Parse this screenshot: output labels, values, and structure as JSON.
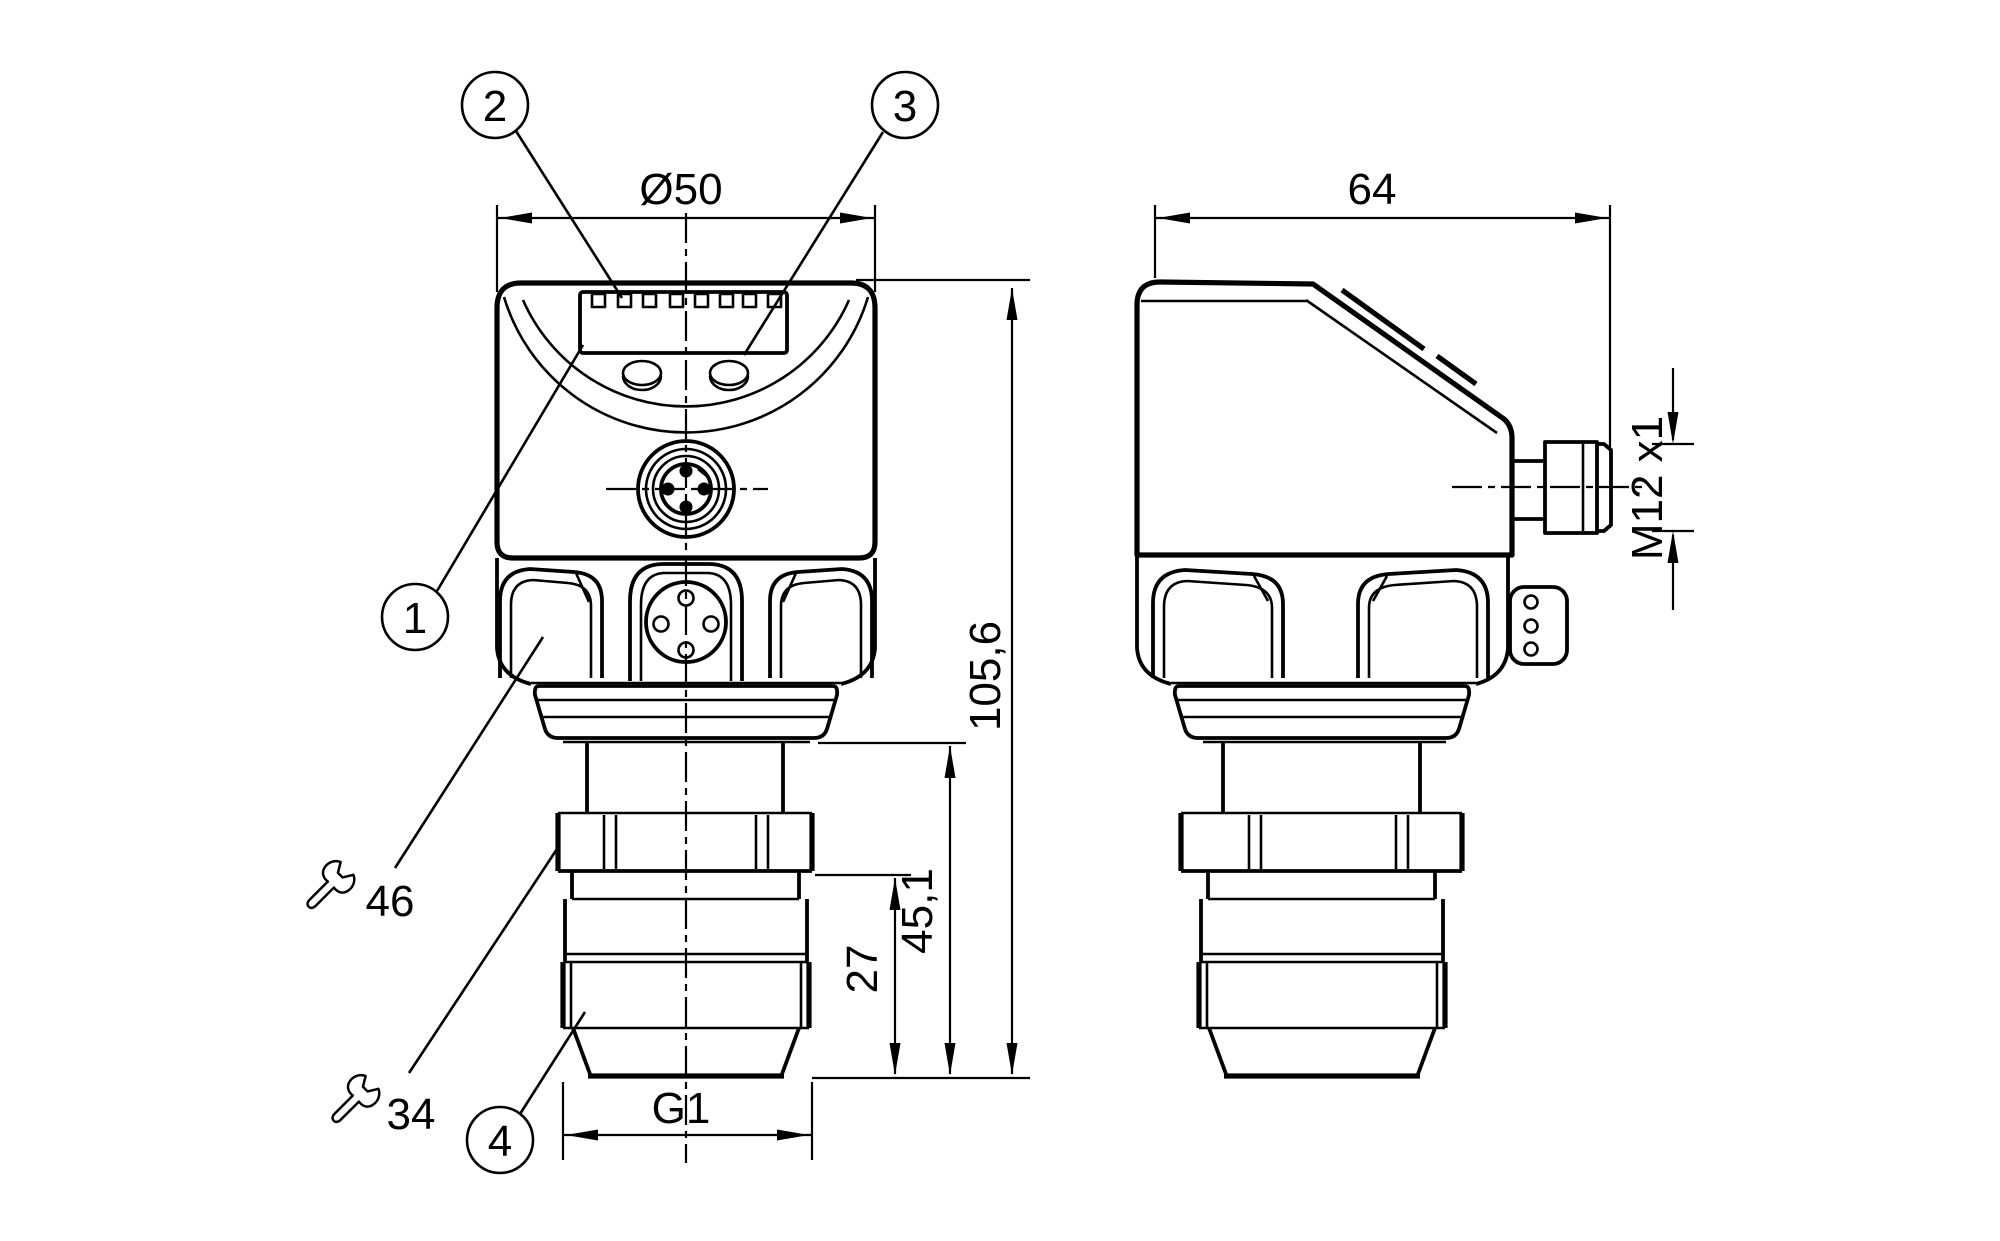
{
  "drawing": {
    "dimensions": {
      "housing_diameter": "Ø50",
      "housing_depth": "64",
      "total_height": "105,6",
      "lower_section_height": "45,1",
      "thread_section_height": "27",
      "process_thread": "G1",
      "connector_thread": "M12 x1"
    },
    "callouts": {
      "c1": "1",
      "c2": "2",
      "c3": "3",
      "c4": "4"
    },
    "wrench_sizes": {
      "hex_upper": "46",
      "hex_lower": "34"
    }
  }
}
